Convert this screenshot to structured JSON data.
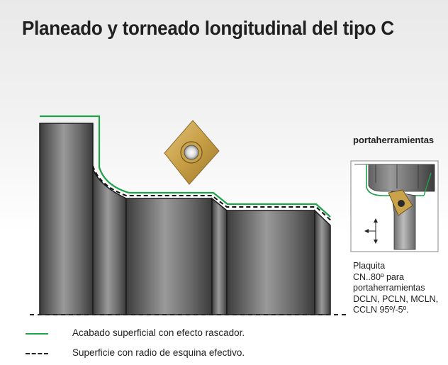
{
  "title": "Planeado y torneado longitudinal del tipo C",
  "holder": {
    "title": "portaherramientas",
    "description_lines": [
      "Plaquita",
      "CN..80º para",
      "portaherramientas",
      "DCLN, PCLN, MCLN,",
      "CCLN 95º/-5º."
    ]
  },
  "legend": [
    {
      "text": "Acabado superficial con efecto rascador.",
      "style": "solid",
      "color": "#1fa24a"
    },
    {
      "text": "Superficie con radio de esquina efectivo.",
      "style": "dashed",
      "color": "#222222"
    }
  ],
  "colors": {
    "finish_line": "#1fa24a",
    "insert": "#c9a24a",
    "workpiece_dark": "#3a3a3a",
    "workpiece_light": "#a8a8a8"
  }
}
